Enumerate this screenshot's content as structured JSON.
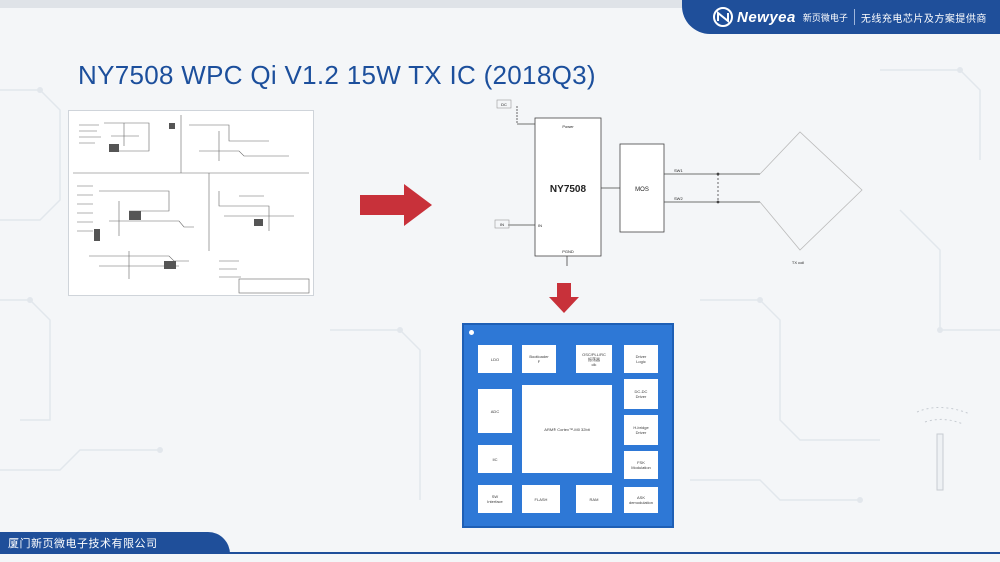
{
  "brand": {
    "name": "Newyea",
    "cn_name": "新页微电子",
    "tagline": "无线充电芯片及方案提供商",
    "footer": "厦门新页微电子技术有限公司"
  },
  "title": "NY7508 WPC Qi V1.2 15W TX IC (2018Q3)",
  "diagram": {
    "ic_label": "NY7508",
    "ic_top_pin": "Power",
    "ic_bottom_pin": "PGND",
    "ic_left_pin": "IN",
    "mos_label": "MOS",
    "vin_label": "DC",
    "in_label": "IN",
    "sw1_label": "SW1",
    "sw2_label": "SW2",
    "coil_label": "TX coil"
  },
  "die": {
    "core": "ARM® Cortex™-M0 32bit",
    "blocks": {
      "ldo": "LDO",
      "flash": [
        "Bootloader",
        "F"
      ],
      "osc": [
        "OSC/PLL/RC",
        "振荡器",
        "clk"
      ],
      "driver_logic": [
        "Driver",
        "Logic"
      ],
      "adc": "ADC",
      "dcdc": [
        "DC-DC",
        "Driver"
      ],
      "bridge": [
        "H-bridge",
        "Driver"
      ],
      "iic": "IIC",
      "fsk": [
        "FSK",
        "Modulation"
      ],
      "sw_interface": [
        "SW",
        "Interface"
      ],
      "flash2": "FLASH",
      "ram": "RAM",
      "ask": [
        "ASK",
        "demodulation"
      ]
    }
  },
  "colors": {
    "brand_blue": "#1f4f9a",
    "title_blue": "#1c4f9c",
    "die_blue": "#2e78d6",
    "arrow_red": "#c8313a"
  }
}
